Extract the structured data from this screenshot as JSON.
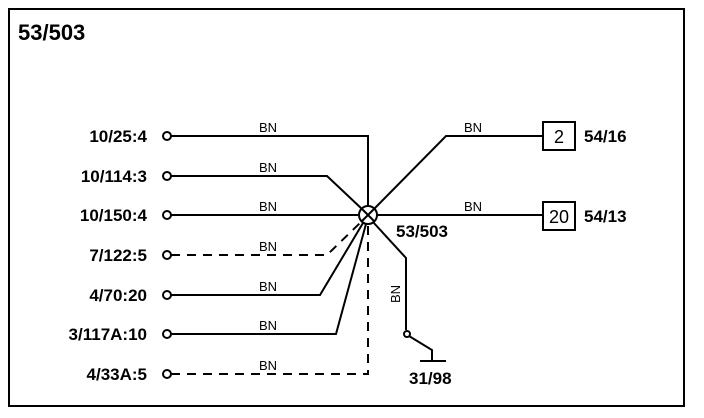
{
  "diagram": {
    "title": "53/503",
    "splice_label": "53/503",
    "ground_label": "31/98",
    "left_connectors": [
      {
        "label": "10/25:4",
        "wire": "BN",
        "style": "solid"
      },
      {
        "label": "10/114:3",
        "wire": "BN",
        "style": "solid"
      },
      {
        "label": "10/150:4",
        "wire": "BN",
        "style": "solid"
      },
      {
        "label": "7/122:5",
        "wire": "BN",
        "style": "dashed"
      },
      {
        "label": "4/70:20",
        "wire": "BN",
        "style": "solid"
      },
      {
        "label": "3/117A:10",
        "wire": "BN",
        "style": "solid"
      },
      {
        "label": "4/33A:5",
        "wire": "BN",
        "style": "dashed"
      }
    ],
    "right_connectors": [
      {
        "box": "2",
        "label": "54/16",
        "wire": "BN"
      },
      {
        "box": "20",
        "label": "54/13",
        "wire": "BN"
      }
    ],
    "ground_wire": "BN"
  }
}
